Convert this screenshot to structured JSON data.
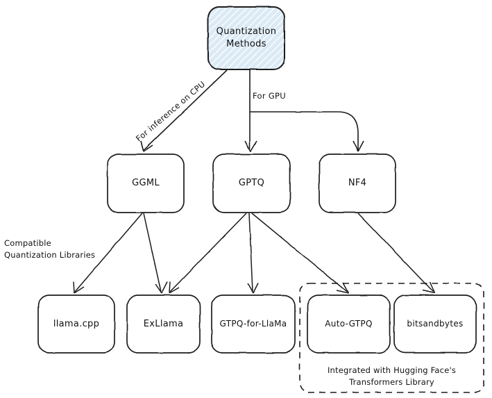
{
  "diagram": {
    "title": "Quantization Methods",
    "style": "hand-drawn",
    "colors": {
      "root_fill": "#dbeaf5",
      "root_hatch": "#ffffff",
      "stroke": "#1a1a1a",
      "node_fill": "#ffffff",
      "background": "#ffffff",
      "text": "#111111"
    },
    "nodes": {
      "root": {
        "label": "Quantization Methods"
      },
      "ggml": {
        "label": "GGML"
      },
      "gptq": {
        "label": "GPTQ"
      },
      "nf4": {
        "label": "NF4"
      },
      "llamacpp": {
        "label": "llama.cpp"
      },
      "exllama": {
        "label": "ExLlama"
      },
      "gptq_for_llama": {
        "label": "GTPQ-for-LlaMa"
      },
      "auto_gptq": {
        "label": "Auto-GTPQ"
      },
      "bitsandbytes": {
        "label": "bitsandbytes"
      }
    },
    "edge_labels": {
      "cpu": "For inference on CPU",
      "gpu": "For GPU"
    },
    "annotations": {
      "compatible_libraries_line1": "Compatible",
      "compatible_libraries_line2": "Quantization Libraries"
    },
    "group": {
      "caption_line1": "Integrated with Hugging Face's",
      "caption_line2": "Transformers Library",
      "style": "dashed"
    },
    "edges": [
      {
        "from": "root",
        "to": "ggml",
        "label": "For inference on CPU"
      },
      {
        "from": "root",
        "to": "gptq",
        "label": "For GPU"
      },
      {
        "from": "root",
        "to": "nf4",
        "label": "For GPU"
      },
      {
        "from": "ggml",
        "to": "llamacpp",
        "label": ""
      },
      {
        "from": "ggml",
        "to": "exllama",
        "label": ""
      },
      {
        "from": "gptq",
        "to": "exllama",
        "label": ""
      },
      {
        "from": "gptq",
        "to": "gptq_for_llama",
        "label": ""
      },
      {
        "from": "gptq",
        "to": "auto_gptq",
        "label": ""
      },
      {
        "from": "nf4",
        "to": "bitsandbytes",
        "label": ""
      }
    ]
  }
}
